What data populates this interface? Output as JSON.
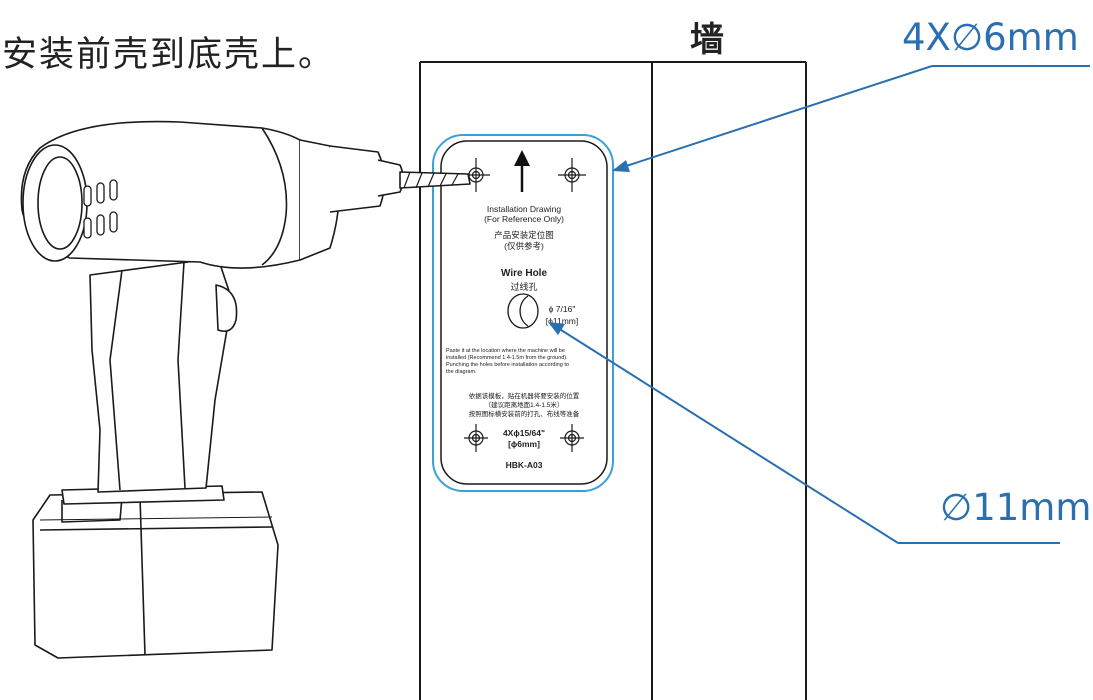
{
  "heading": "安装前壳到底壳上。",
  "wall_label": "墙",
  "callouts": {
    "screw_holes": "4X∅6mm",
    "wire_hole": "∅11mm"
  },
  "template": {
    "title_en": "Installation Drawing",
    "subtitle_en": "(For Reference Only)",
    "title_cn": "产品安装定位图",
    "subtitle_cn": "(仅供参考)",
    "wire_hole_en": "Wire Hole",
    "wire_hole_cn": "过线孔",
    "wire_hole_size_in": "ϕ 7/16\"",
    "wire_hole_size_mm": "[ϕ11mm]",
    "note_en": [
      "Paste it at the location where the machine will be",
      "installed (Recommend 1.4-1.5m from the ground).",
      "Punching the holes before installation according to",
      " the diagram."
    ],
    "note_cn": [
      "依据该模板，贴在机器将要安装的位置",
      "（建议距离地面1.4-1.5米）",
      "按照图标横安装前的打孔、布线等准备"
    ],
    "screw_size_in": "4Xϕ15/64\"",
    "screw_size_mm": "[ϕ6mm]",
    "model": "HBK-A03"
  },
  "colors": {
    "callout": "#2a6fb0",
    "outline": "#1a1a1a",
    "template_border": "#3aa0d8"
  }
}
